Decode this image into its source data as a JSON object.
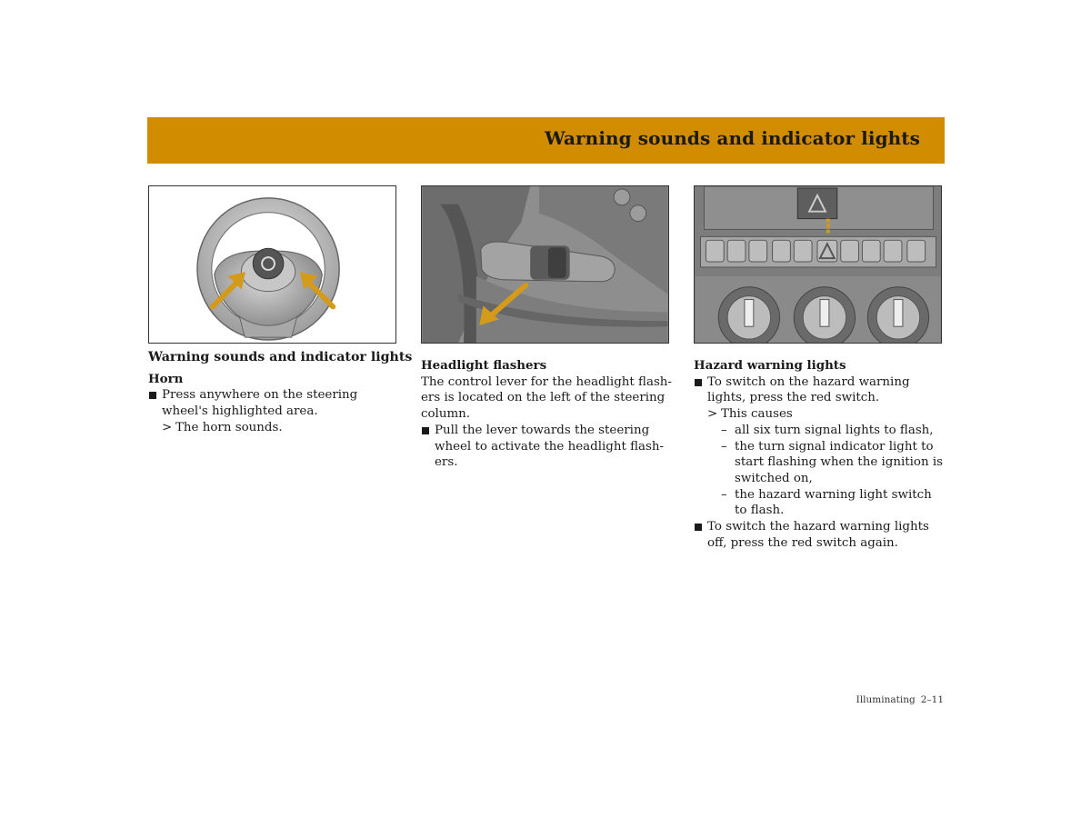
{
  "header": {
    "title": "Warning sounds and indicator lights"
  },
  "col1": {
    "title": "Warning sounds and indicator lights",
    "subhead": "Horn",
    "bullet1": "Press anywhere on the steering wheel's highlighted area.",
    "result_mark": ">",
    "result1": "The horn sounds."
  },
  "col2": {
    "subhead": "Headlight flashers",
    "intro": "The control lever for the headlight flash- ers is located on the left of the steering column.",
    "bullet1": "Pull the lever towards the steering wheel to activate the headlight flash- ers."
  },
  "col3": {
    "subhead": "Hazard warning lights",
    "bullet1": "To switch on the hazard warning lights, press the red switch.",
    "result_mark": ">",
    "result1": "This causes",
    "dash_mark": "–",
    "dash1": "all six turn signal lights to flash,",
    "dash2": "the turn signal indicator light to start flashing when the ignition is switched on,",
    "dash3": "the hazard warning light switch to flash.",
    "bullet2": "To switch the hazard warning lights off, press the red switch again."
  },
  "footer": {
    "section": "Illuminating",
    "page": "2–11"
  },
  "colors": {
    "accent": "#d18c00",
    "arrow": "#d49a1a"
  },
  "icons": {
    "fig1": "steering-wheel-illustration",
    "fig2": "headlight-lever-illustration",
    "fig3": "hazard-switch-illustration"
  }
}
